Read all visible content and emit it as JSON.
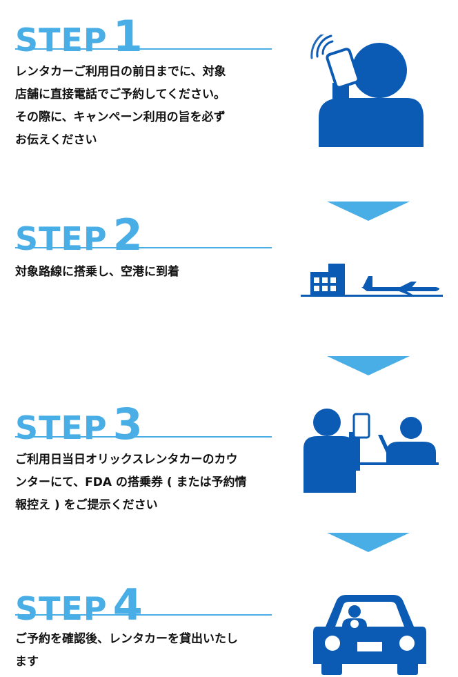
{
  "colors": {
    "accent": "#4aaee6",
    "icon_blue": "#0b5bb5"
  },
  "steps": [
    {
      "word": "STEP",
      "number": "1",
      "text_lines": [
        "レンタカーご利用日の前日までに、対象",
        "店舗に直接電話でご予約してください。",
        "その際に、キャンペーン利用の旨を必ず",
        "お伝えください"
      ],
      "icon": "person-phone-icon"
    },
    {
      "word": "STEP",
      "number": "2",
      "text_lines": [
        "対象路線に搭乗し、空港に到着"
      ],
      "icon": "airport-airplane-icon"
    },
    {
      "word": "STEP",
      "number": "3",
      "text_lines": [
        "ご利用日当日オリックスレンタカーのカウ",
        "ンターにて、FDA の搭乗券 ( または予約情",
        "報控え ) をご提示ください"
      ],
      "icon": "counter-people-icon"
    },
    {
      "word": "STEP",
      "number": "4",
      "text_lines": [
        "ご予約を確認後、レンタカーを貸出いたし",
        "ます"
      ],
      "icon": "car-driver-icon"
    }
  ]
}
